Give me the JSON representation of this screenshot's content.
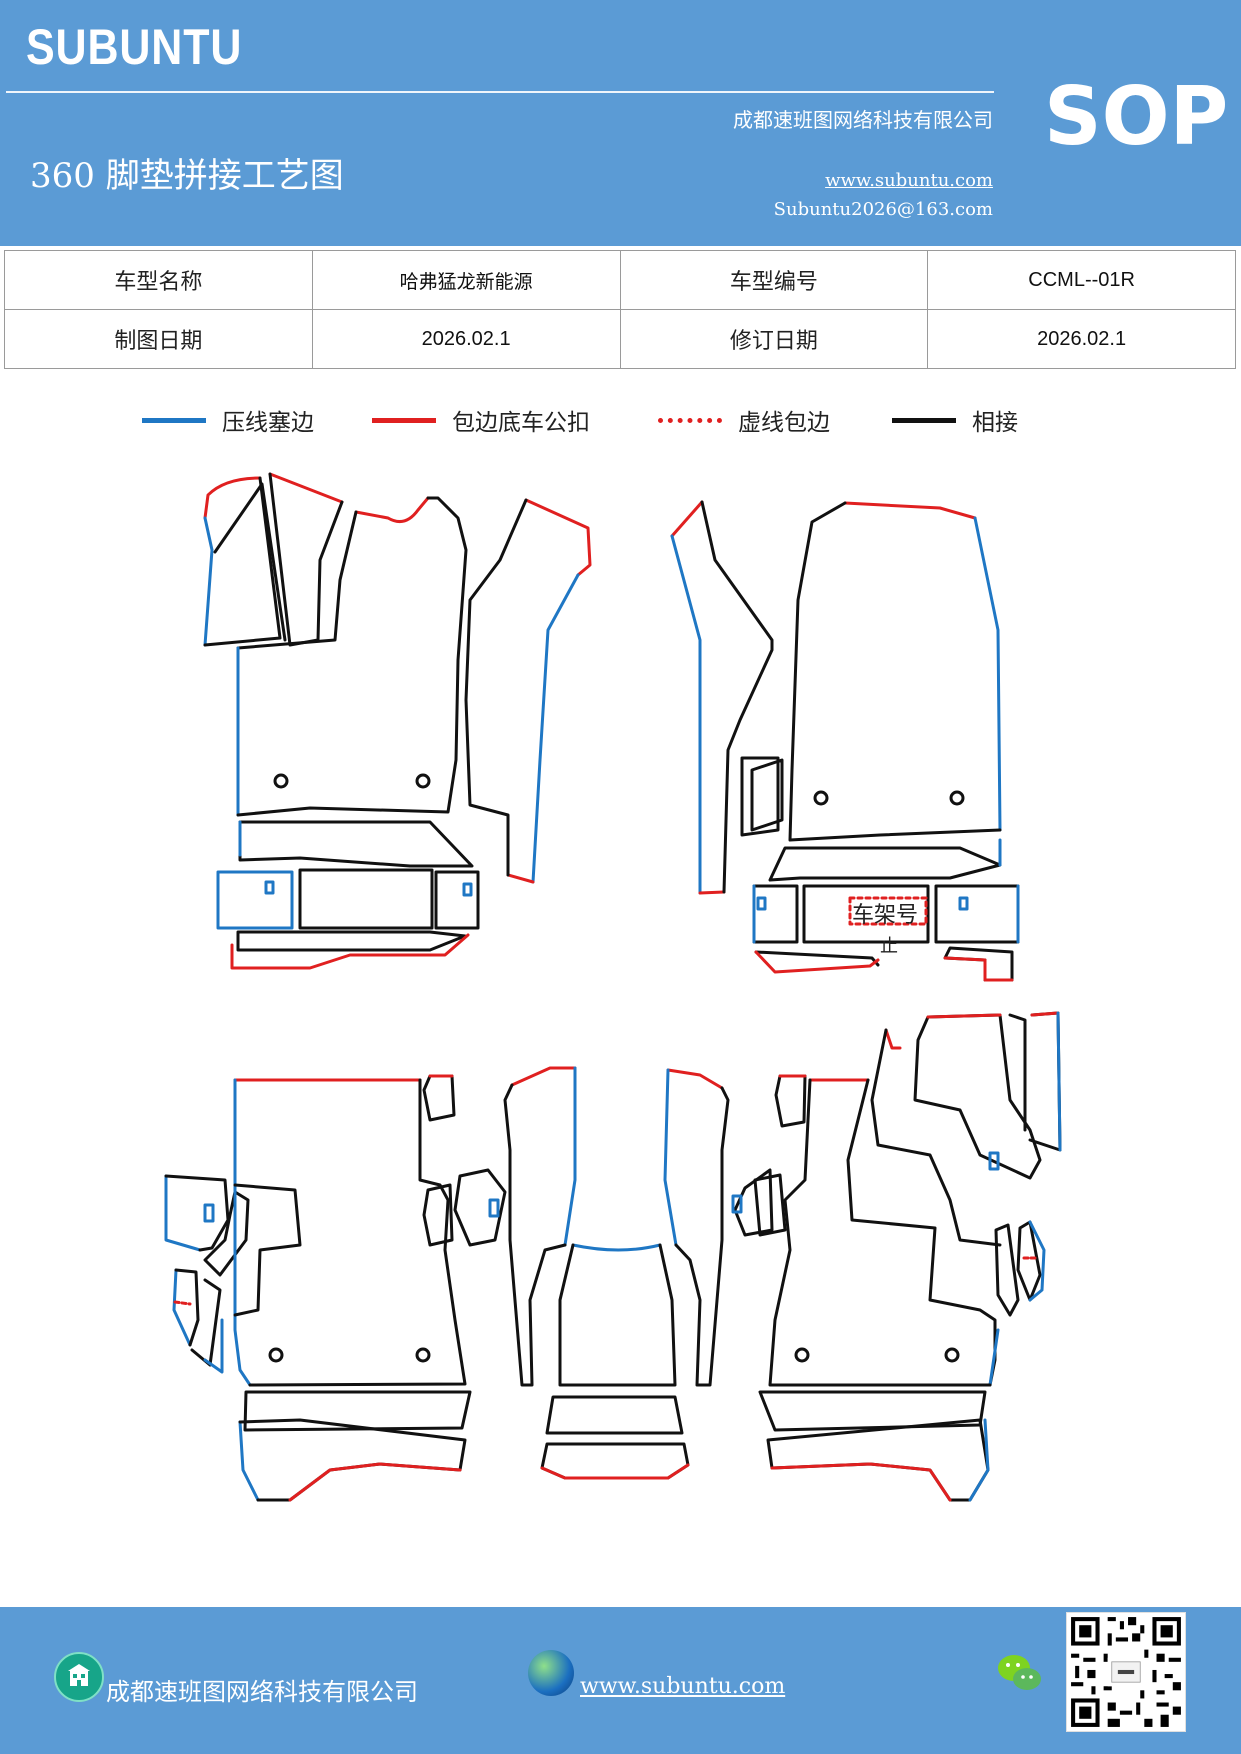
{
  "header": {
    "brand": "SUBUNTU",
    "company": "成都速班图网络科技有限公司",
    "title": "360 脚垫拼接工艺图",
    "website": "www.subuntu.com",
    "email": "Subuntu2026@163.com",
    "badge": "SOP"
  },
  "info_table": {
    "rows": [
      {
        "label1": "车型名称",
        "value1": "哈弗猛龙新能源",
        "label2": "车型编号",
        "value2": "CCML--01R"
      },
      {
        "label1": "制图日期",
        "value1": "2026.02.1",
        "label2": "修订日期",
        "value2": "2026.02.1"
      }
    ]
  },
  "legend": {
    "items": [
      {
        "label": "压线塞边",
        "color": "#1f77c4",
        "style": "solid"
      },
      {
        "label": "包边底车公扣",
        "color": "#e02020",
        "style": "solid"
      },
      {
        "label": "虚线包边",
        "color": "#e02020",
        "style": "dotted"
      },
      {
        "label": "相接",
        "color": "#111111",
        "style": "solid"
      }
    ]
  },
  "drawing": {
    "frame_label_line1": "车架号",
    "frame_label_line2": "止",
    "colors": {
      "press": "#1f77c4",
      "wrap": "#e02020",
      "join": "#111111"
    }
  },
  "footer": {
    "company": "成都速班图网络科技有限公司",
    "website": "www.subuntu.com",
    "icons": [
      "building-icon",
      "globe-icon",
      "wechat-icon",
      "qr-code"
    ]
  }
}
